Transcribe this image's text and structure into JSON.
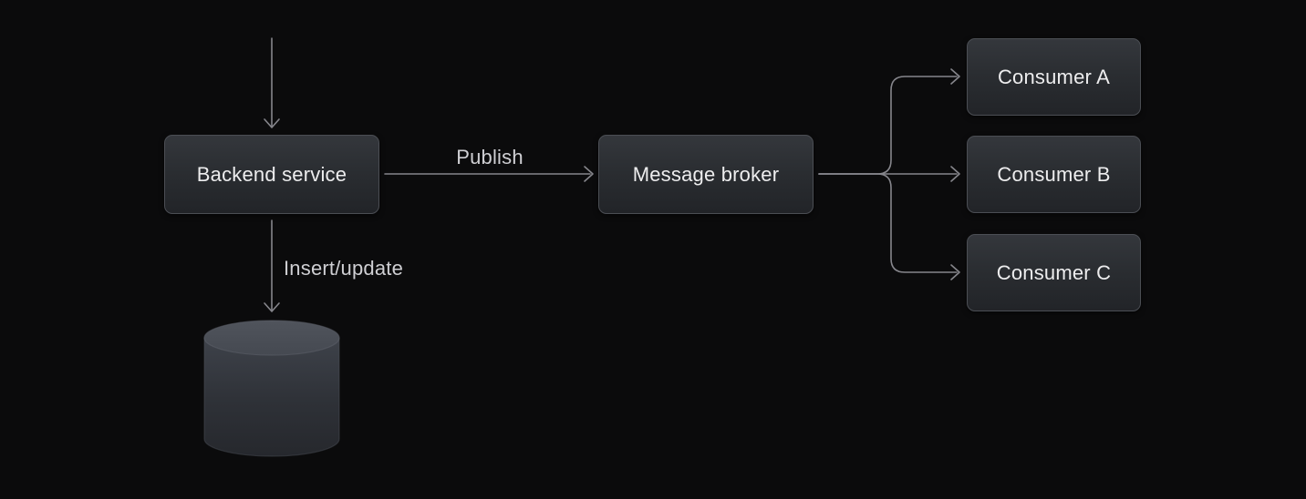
{
  "diagram": {
    "type": "flow-architecture",
    "background_color": "#0b0b0c",
    "line_color": "#86868c",
    "node_style": {
      "fill_top": "#34373c",
      "fill_bottom": "#222428",
      "border_color": "#4b4e54",
      "text_color": "#ededee"
    },
    "edge_label_color": "#cfcfd3",
    "nodes": {
      "backend": {
        "label": "Backend service",
        "shape": "rect"
      },
      "broker": {
        "label": "Message broker",
        "shape": "rect"
      },
      "consumer_a": {
        "label": "Consumer A",
        "shape": "rect"
      },
      "consumer_b": {
        "label": "Consumer B",
        "shape": "rect"
      },
      "consumer_c": {
        "label": "Consumer C",
        "shape": "rect"
      },
      "database": {
        "label": "",
        "shape": "cylinder"
      }
    },
    "edges": {
      "inbound": {
        "from": "offscreen-top",
        "to": "backend",
        "label": ""
      },
      "publish": {
        "from": "backend",
        "to": "broker",
        "label": "Publish"
      },
      "insert_update": {
        "from": "backend",
        "to": "database",
        "label": "Insert/update"
      },
      "fanout_a": {
        "from": "broker",
        "to": "consumer_a",
        "label": ""
      },
      "fanout_b": {
        "from": "broker",
        "to": "consumer_b",
        "label": ""
      },
      "fanout_c": {
        "from": "broker",
        "to": "consumer_c",
        "label": ""
      }
    }
  }
}
